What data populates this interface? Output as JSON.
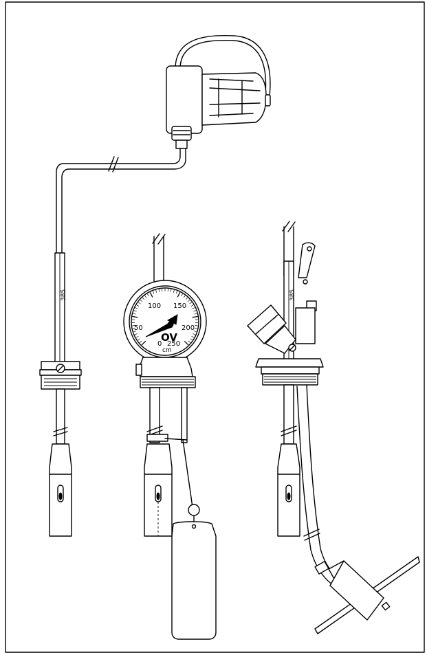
{
  "rod_label_left": "385",
  "rod_label_right": "385",
  "gauge": {
    "ticks": [
      "50",
      "100",
      "150",
      "200",
      "0",
      "250"
    ],
    "brand": "OV",
    "unit": "cm"
  }
}
